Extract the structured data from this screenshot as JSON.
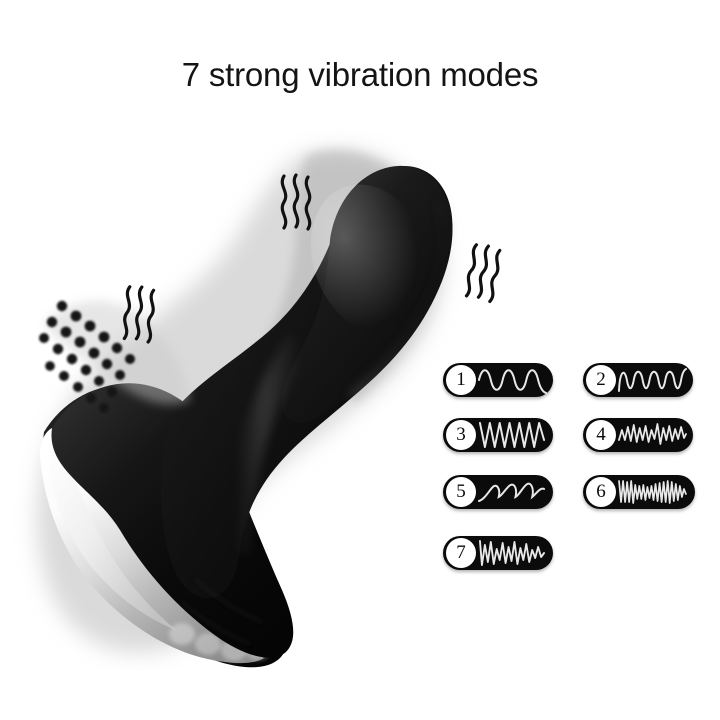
{
  "page": {
    "background_color": "#ffffff",
    "title": "7 strong vibration modes",
    "title_color": "#141414"
  },
  "product": {
    "name": "prostate-massager",
    "body_color": "#0d0d0d",
    "accent_color": "#1a1a1a",
    "base_highlight_color": "#f2f2f2",
    "shadow_color": "#b8b8b8",
    "parts": [
      {
        "name": "rounded-head",
        "label": "rounded head"
      },
      {
        "name": "curved-shaft",
        "label": "curved shaft"
      },
      {
        "name": "textured-nub-pad",
        "label": "textured nub pad"
      },
      {
        "name": "perineum-arm",
        "label": "perineum arm"
      },
      {
        "name": "chrome-base-highlight",
        "label": "glossy base highlight"
      },
      {
        "name": "ridged-bottom-edge",
        "label": "ridged bottom edge"
      }
    ]
  },
  "vibration_marks": [
    {
      "name": "vib-mark-head",
      "lines": 3,
      "rotation": 0
    },
    {
      "name": "vib-mark-right",
      "lines": 3,
      "rotation": 12
    },
    {
      "name": "vib-mark-nubs",
      "lines": 3,
      "rotation": 6
    }
  ],
  "modes": {
    "count": 7,
    "badge_color": "#0b0b0b",
    "wave_color": "#e8e8e8",
    "number_bubble_color": "#ffffff",
    "items": [
      {
        "number": "1",
        "pattern": "smooth-sine-slow",
        "cycles": 3,
        "amplitude": 1.0,
        "column": "left",
        "row": 1
      },
      {
        "number": "2",
        "pattern": "smooth-sine-medium",
        "cycles": 4,
        "amplitude": 0.9,
        "column": "right",
        "row": 1
      },
      {
        "number": "3",
        "pattern": "sharp-sine-fast",
        "cycles": 5,
        "amplitude": 1.0,
        "column": "left",
        "row": 2
      },
      {
        "number": "4",
        "pattern": "burst-ramp",
        "cycles": 9,
        "amplitude": 0.75,
        "column": "right",
        "row": 2
      },
      {
        "number": "5",
        "pattern": "rising-swell",
        "cycles": 4,
        "amplitude": 0.7,
        "column": "left",
        "row": 3
      },
      {
        "number": "6",
        "pattern": "dense-pulse",
        "cycles": 14,
        "amplitude": 0.9,
        "column": "right",
        "row": 3
      },
      {
        "number": "7",
        "pattern": "irregular-throb",
        "cycles": 10,
        "amplitude": 0.95,
        "column": "left",
        "row": 4
      }
    ]
  }
}
